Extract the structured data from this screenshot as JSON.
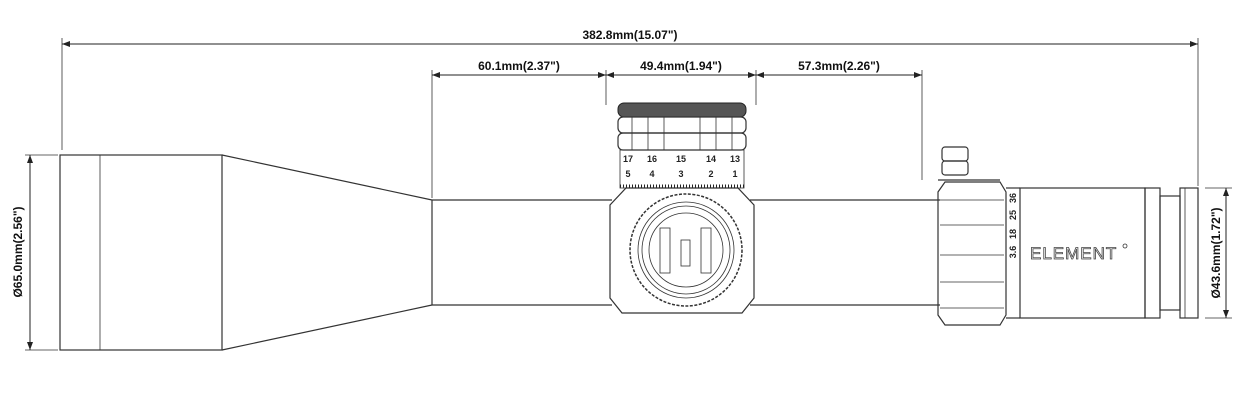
{
  "dimensions": {
    "overall_length": "382.8mm(15.07\")",
    "front_tube_length": "60.1mm(2.37\")",
    "turret_width": "49.4mm(1.94\")",
    "rear_tube_length": "57.3mm(2.26\")",
    "objective_diameter": "Ø65.0mm(2.56\")",
    "eyepiece_diameter": "Ø43.6mm(1.72\")"
  },
  "turret_scale": {
    "top_row": [
      "17",
      "16",
      "15",
      "14",
      "13"
    ],
    "bottom_row": [
      "5",
      "4",
      "3",
      "2",
      "1"
    ]
  },
  "power_ring_marks": [
    "3.6",
    "18",
    "25",
    "36"
  ],
  "brand": "ELEMENT",
  "colors": {
    "line": "#333333",
    "background": "#ffffff"
  }
}
